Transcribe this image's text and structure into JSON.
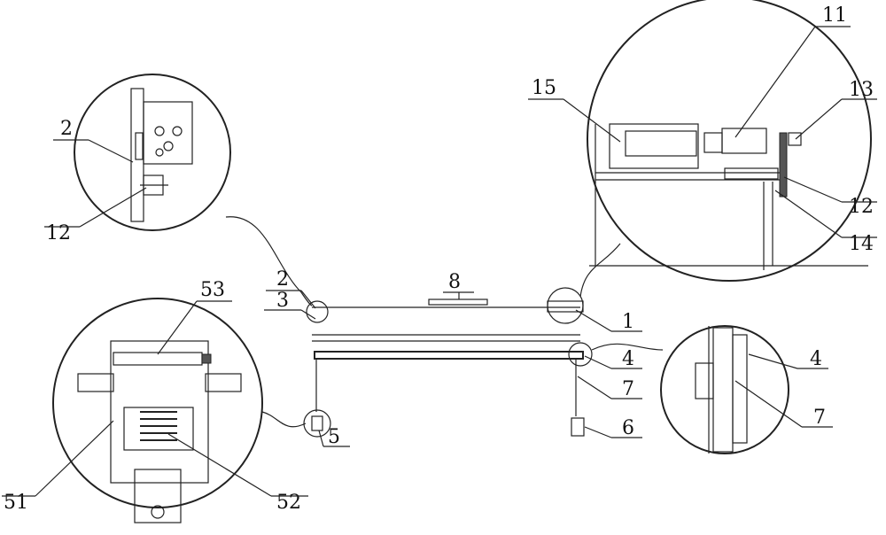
{
  "callouts": {
    "top_left_circle": {
      "a": "2",
      "b": "12"
    },
    "top_right_circle": {
      "a": "11",
      "b": "13",
      "c": "15",
      "d": "12",
      "e": "14"
    },
    "main": {
      "a": "8",
      "b": "2",
      "c": "3",
      "d": "1",
      "e": "4",
      "f": "7",
      "g": "6",
      "h": "5"
    },
    "bottom_left_circle": {
      "a": "53",
      "b": "51",
      "c": "52"
    },
    "right_circle": {
      "a": "4",
      "b": "7"
    }
  }
}
